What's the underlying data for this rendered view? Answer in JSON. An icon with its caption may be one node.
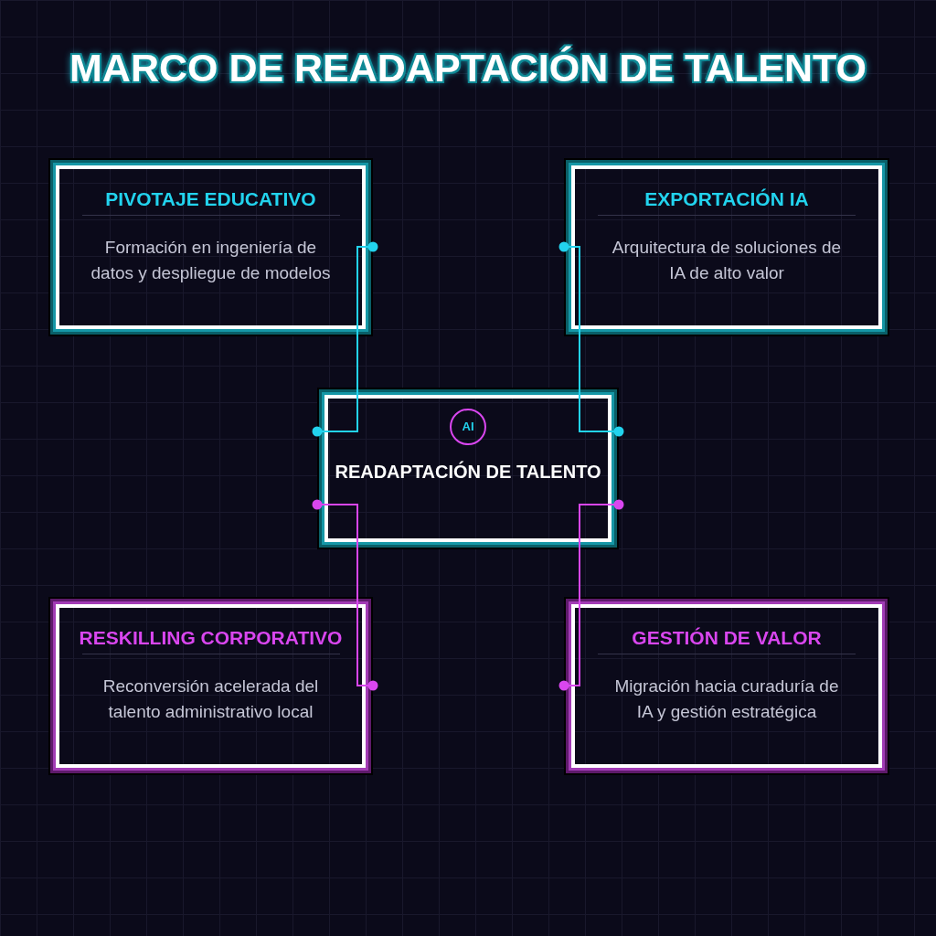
{
  "diagram": {
    "title": "MARCO DE READAPTACIÓN DE TALENTO",
    "nodes": [
      {
        "text": [
          "PIVOTAJE EDUCATIVO",
          "Formación en ingeniería de datos y despliegue de modelos"
        ]
      },
      {
        "text": [
          "EXPORTACIÓN IA",
          "Arquitectura de soluciones de IA de alto valor"
        ]
      },
      {
        "text": [
          "READAPTACIÓN DE TALENTO"
        ]
      },
      {
        "text": [
          "AI"
        ],
        "in": 2
      },
      {
        "text": [
          "RESKILLING CORPORATIVO",
          "Reconversión acelerada del talento administrativo local"
        ]
      },
      {
        "text": [
          "GESTIÓN DE VALOR",
          "Migración hacia curaduría de IA y gestión estratégica"
        ]
      }
    ],
    "edges": [
      {
        "from": 0,
        "to": 2,
        "arrow": "other",
        "color": "#22d3ee"
      },
      {
        "from": 1,
        "to": 2,
        "arrow": "other",
        "color": "#22d3ee"
      },
      {
        "from": 4,
        "to": 2,
        "arrow": "other",
        "color": "#d946ef"
      },
      {
        "from": 5,
        "to": 2,
        "arrow": "other",
        "color": "#d946ef"
      }
    ]
  }
}
